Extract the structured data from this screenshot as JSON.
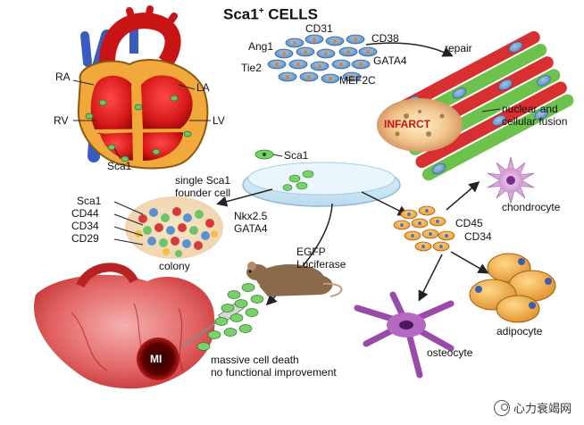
{
  "title": {
    "main": "Sca1",
    "sup": "+",
    "rest": " CELLS"
  },
  "heart_labels": {
    "ra": "RA",
    "la": "LA",
    "rv": "RV",
    "lv": "LV",
    "sca1": "Sca1"
  },
  "markers_top": {
    "cd31": "CD31",
    "ang1": "Ang1",
    "cd38": "CD38",
    "tie2": "Tie2",
    "gata4": "GATA4",
    "mef2c": "MEF2C"
  },
  "repair": {
    "repair": "repair",
    "infarct": "INFARCT",
    "fusion_line1": "nuclear and",
    "fusion_line2": "cellular fusion"
  },
  "dish": {
    "sca1": "Sca1",
    "founder_line1": "single Sca1",
    "founder_line2": "founder cell"
  },
  "colony": {
    "markers": [
      "Sca1",
      "CD44",
      "CD34",
      "CD29"
    ],
    "label": "colony",
    "nkx": "Nkx2.5",
    "gata4": "GATA4"
  },
  "mouse": {
    "egfp": "EGFP",
    "luciferase": "Luciferase"
  },
  "lineage": {
    "chondrocyte": "chondrocyte",
    "cd45": "CD45",
    "cd34": "CD34",
    "adipocyte": "adipocyte",
    "osteocyte": "osteocyte"
  },
  "mi": {
    "label": "MI",
    "death_line1": "massive cell death",
    "death_line2": "no functional improvement"
  },
  "watermark": {
    "text": "心力衰竭网",
    "icon": "wechat-icon"
  }
}
